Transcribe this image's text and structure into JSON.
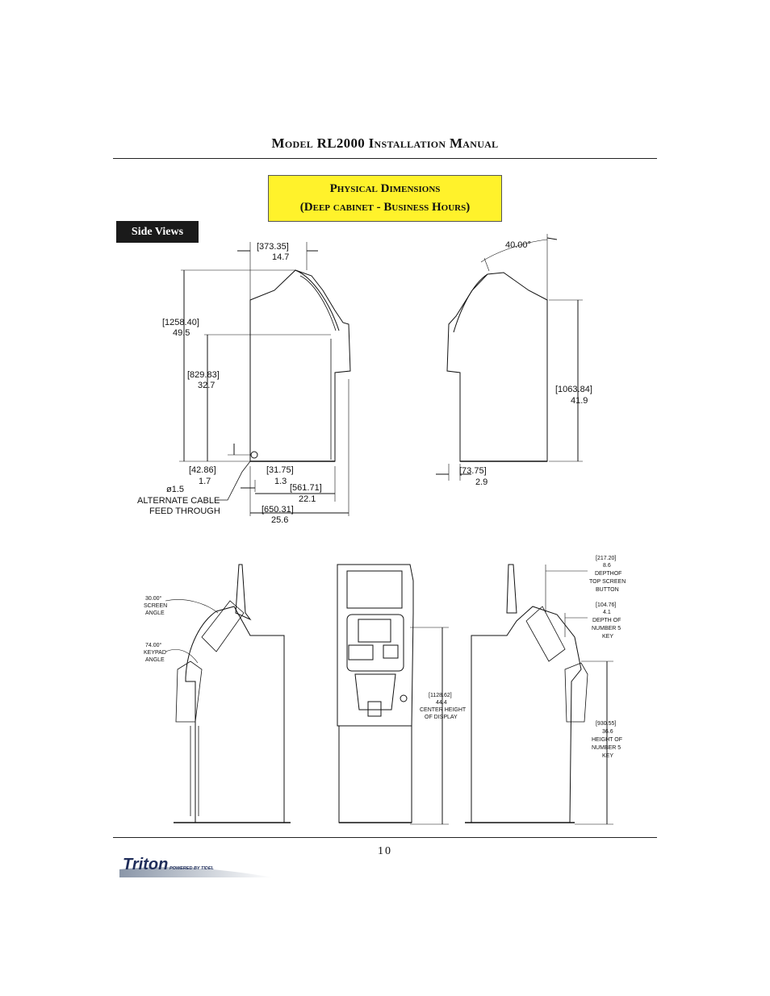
{
  "header": {
    "title": "Model RL2000 Installation Manual"
  },
  "section": {
    "line1": "Physical Dimensions",
    "line2": "(Deep cabinet - Business Hours)"
  },
  "side_views_label": "Side Views",
  "dims_top_left": {
    "d1": "[373.35]",
    "d1b": "14.7",
    "d2": "[1258.40]",
    "d2b": "49.5",
    "d3": "[829.83]",
    "d3b": "32.7",
    "d4": "[42.86]",
    "d4b": "1.7",
    "d5": "[31.75]",
    "d5b": "1.3",
    "d6": "[561.71]",
    "d6b": "22.1",
    "d7": "[650.31]",
    "d7b": "25.6",
    "hole": "ø1.5",
    "cable1": "ALTERNATE CABLE",
    "cable2": "FEED THROUGH"
  },
  "dims_top_right": {
    "angle": "40.00°",
    "d1": "[1063.84]",
    "d1b": "41.9",
    "d2": "[73.75]",
    "d2b": "2.9"
  },
  "dims_bottom_left": {
    "screen1": "30.00°",
    "screen2": "SCREEN",
    "screen3": "ANGLE",
    "keypad1": "74.00°",
    "keypad2": "KEYPAD",
    "keypad3": "ANGLE"
  },
  "dims_bottom_center": {
    "l1": "[1128.62]",
    "l2": "44.4",
    "l3": "CENTER HEIGHT",
    "l4": "OF DISPLAY"
  },
  "dims_bottom_right": {
    "a1": "[217.20]",
    "a2": "8.6",
    "a3": "DEPTHOF",
    "a4": "TOP SCREEN",
    "a5": "BUTTON",
    "b1": "[104.76]",
    "b2": "4.1",
    "b3": "DEPTH OF",
    "b4": "NUMBER 5",
    "b5": "KEY",
    "c1": "[930.55]",
    "c2": "36.6",
    "c3": "HEIGHT OF",
    "c4": "NUMBER 5",
    "c5": "KEY"
  },
  "page_number": "10",
  "logo": {
    "brand": "Triton",
    "tagline": "POWERED BY TIDEL"
  }
}
